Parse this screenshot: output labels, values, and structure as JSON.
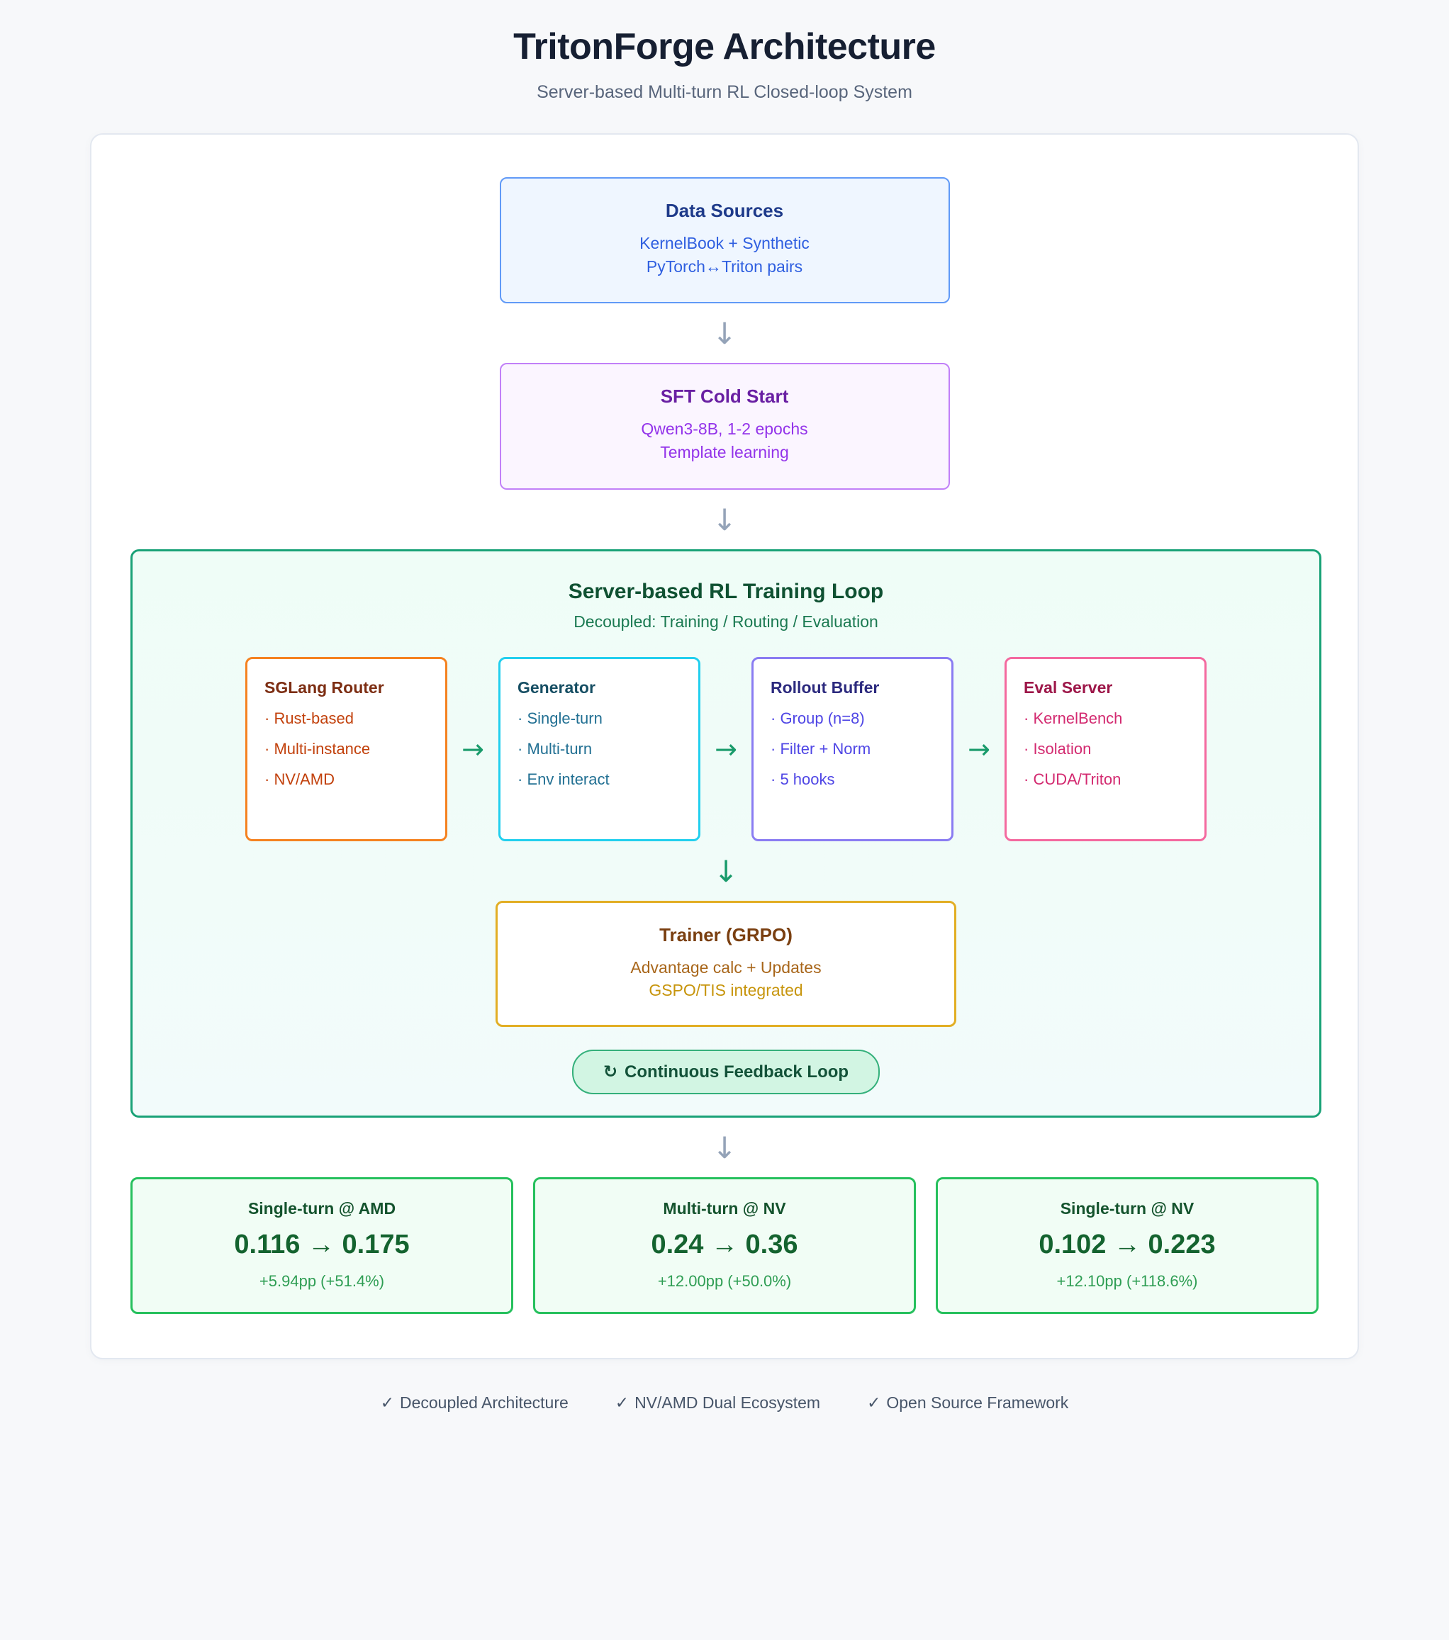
{
  "header": {
    "title": "TritonForge Architecture",
    "subtitle": "Server-based Multi-turn RL Closed-loop System"
  },
  "colors": {
    "page_background": "#f7f8fa",
    "card_background": "#ffffff",
    "data_accent": "#619af7",
    "sft_accent": "#c180f8",
    "loop_accent": "#19a277",
    "router_accent": "#f58220",
    "generator_accent": "#22cfee",
    "buffer_accent": "#8a7cf2",
    "eval_accent": "#f4699f",
    "trainer_accent": "#e2ae24",
    "result_accent": "#26c05d",
    "arrow_gray": "#94a3b8",
    "arrow_green": "#199b6b"
  },
  "stages": {
    "data_sources": {
      "title": "Data Sources",
      "lines": [
        "KernelBook + Synthetic",
        "PyTorch↔Triton pairs"
      ]
    },
    "sft_cold_start": {
      "title": "SFT Cold Start",
      "lines": [
        "Qwen3-8B, 1-2 epochs",
        "Template learning"
      ]
    }
  },
  "arrows": {
    "down_glyph": "↓",
    "right_glyph": "→"
  },
  "loop": {
    "title": "Server-based RL Training Loop",
    "subtitle": "Decoupled: Training / Routing / Evaluation",
    "components": [
      {
        "title": "SGLang Router",
        "items": [
          "· Rust-based",
          "· Multi-instance",
          "· NV/AMD"
        ]
      },
      {
        "title": "Generator",
        "items": [
          "· Single-turn",
          "· Multi-turn",
          "· Env interact"
        ]
      },
      {
        "title": "Rollout Buffer",
        "items": [
          "· Group (n=8)",
          "· Filter + Norm",
          "· 5 hooks"
        ]
      },
      {
        "title": "Eval Server",
        "items": [
          "· KernelBench",
          "· Isolation",
          "· CUDA/Triton"
        ]
      }
    ],
    "trainer": {
      "title": "Trainer (GRPO)",
      "lines": [
        "Advantage calc + Updates",
        "GSPO/TIS integrated"
      ]
    },
    "feedback_pill": {
      "icon": "↻",
      "label": "Continuous Feedback Loop"
    }
  },
  "results": [
    {
      "label": "Single-turn @ AMD",
      "value": "0.116 → 0.175",
      "delta": "+5.94pp (+51.4%)"
    },
    {
      "label": "Multi-turn @ NV",
      "value": "0.24 → 0.36",
      "delta": "+12.00pp (+50.0%)"
    },
    {
      "label": "Single-turn @ NV",
      "value": "0.102 → 0.223",
      "delta": "+12.10pp (+118.6%)"
    }
  ],
  "footer": {
    "check_glyph": "✓",
    "items": [
      "Decoupled Architecture",
      "NV/AMD Dual Ecosystem",
      "Open Source Framework"
    ]
  }
}
